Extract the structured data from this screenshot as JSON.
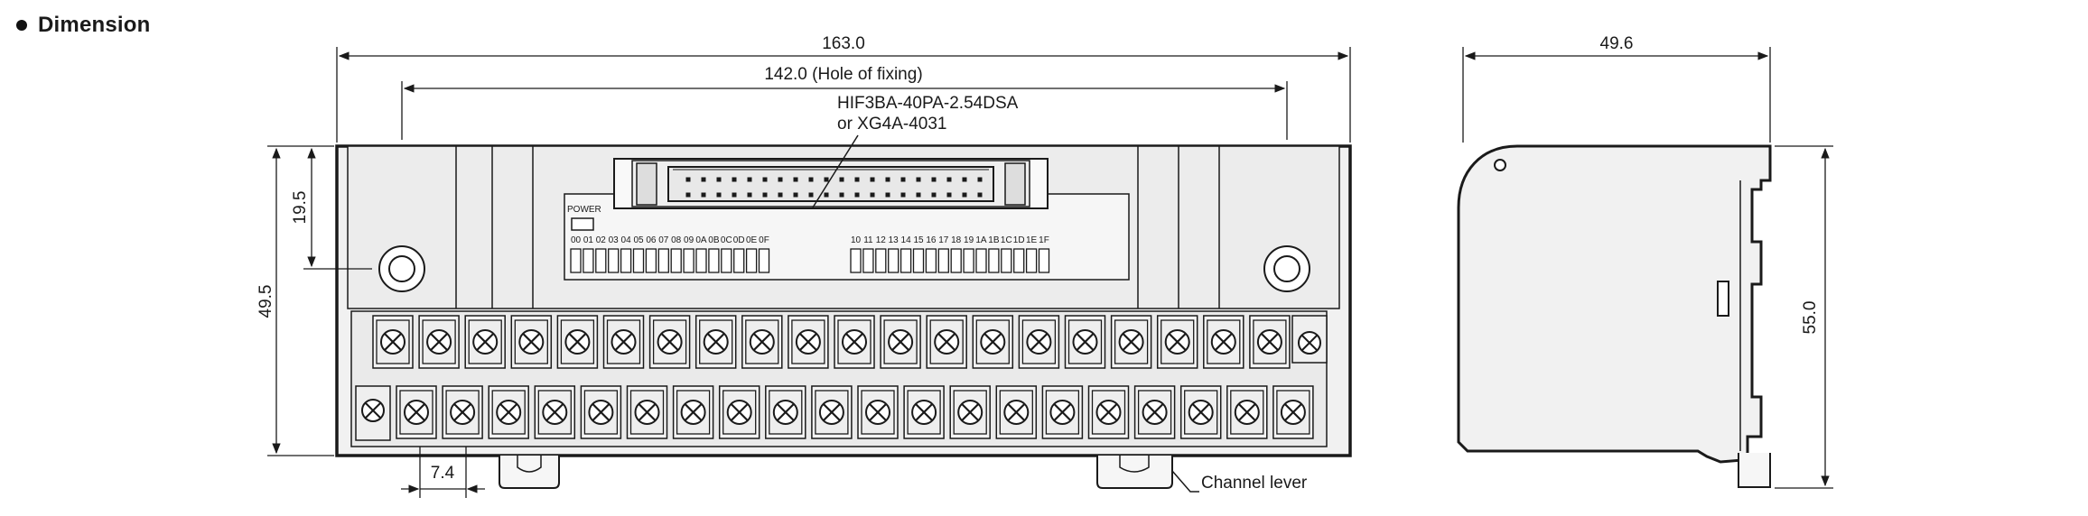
{
  "title": "Dimension",
  "dimensions": {
    "overall_width": "163.0",
    "fixing_hole_width": "142.0 (Hole of fixing)",
    "side_width": "49.6",
    "front_height": "49.5",
    "top_offset": "19.5",
    "side_height": "55.0",
    "terminal_pitch": "7.4"
  },
  "connector_label": [
    "HIF3BA-40PA-2.54DSA",
    "or XG4A-4031"
  ],
  "power_label": "POWER",
  "channel_lever_label": "Channel lever",
  "led_labels_left": [
    "00",
    "01",
    "02",
    "03",
    "04",
    "05",
    "06",
    "07",
    "08",
    "09",
    "0A",
    "0B",
    "0C",
    "0D",
    "0E",
    "0F"
  ],
  "led_labels_right": [
    "10",
    "11",
    "12",
    "13",
    "14",
    "15",
    "16",
    "17",
    "18",
    "19",
    "1A",
    "1B",
    "1C",
    "1D",
    "1E",
    "1F"
  ]
}
